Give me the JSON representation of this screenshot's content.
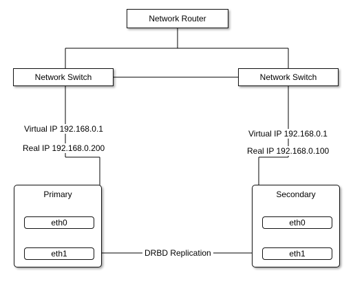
{
  "diagram": {
    "router": {
      "label": "Network Router"
    },
    "switch_left": {
      "label": "Network Switch"
    },
    "switch_right": {
      "label": "Network Switch"
    },
    "primary": {
      "title": "Primary",
      "nic_top": "eth0",
      "nic_bottom": "eth1",
      "virtual_ip": "Virtual IP 192.168.0.1",
      "real_ip": "Real IP 192.168.0.200"
    },
    "secondary": {
      "title": "Secondary",
      "nic_top": "eth0",
      "nic_bottom": "eth1",
      "virtual_ip": "Virtual IP 192.168.0.1",
      "real_ip": "Real IP 192.168.0.100"
    },
    "replication": {
      "label": "DRBD Replication"
    }
  }
}
